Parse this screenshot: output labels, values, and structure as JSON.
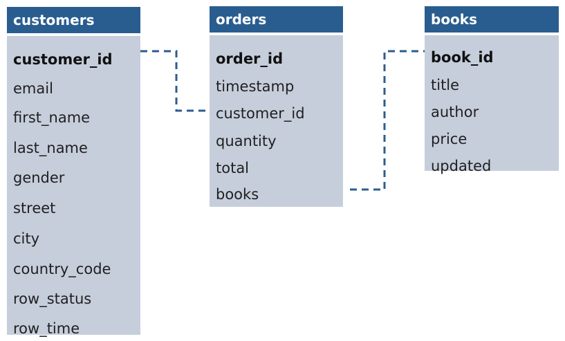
{
  "tables": {
    "customers": {
      "name": "customers",
      "primary_key": "customer_id",
      "fields": [
        "email",
        "first_name",
        "last_name",
        "gender",
        "street",
        "city",
        "country_code",
        "row_status",
        "row_time"
      ]
    },
    "orders": {
      "name": "orders",
      "primary_key": "order_id",
      "fields": [
        "timestamp",
        "customer_id",
        "quantity",
        "total",
        "books"
      ]
    },
    "books": {
      "name": "books",
      "primary_key": "book_id",
      "fields": [
        "title",
        "author",
        "price",
        "updated"
      ]
    }
  },
  "relationships": [
    {
      "from": "customers.customer_id",
      "to": "orders.customer_id"
    },
    {
      "from": "orders.books",
      "to": "books.book_id"
    }
  ],
  "colors": {
    "header": "#2a5d8f",
    "body": "#c6cedc",
    "connector": "#2a5d8f"
  }
}
